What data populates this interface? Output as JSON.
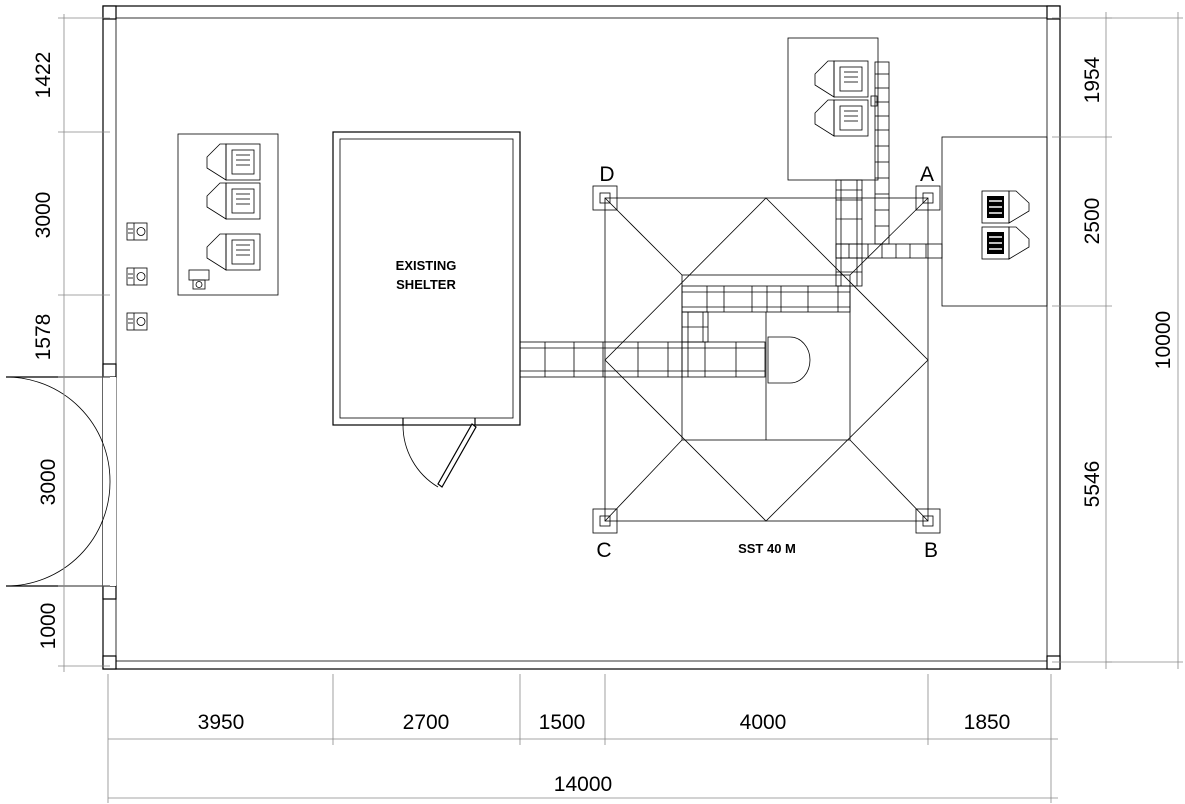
{
  "labels": {
    "existing_shelter_line1": "EXISTING",
    "existing_shelter_line2": "SHELTER",
    "tower": "SST 40 M",
    "tower_leg_a": "A",
    "tower_leg_b": "B",
    "tower_leg_c": "C",
    "tower_leg_d": "D"
  },
  "dimensions": {
    "bottom": [
      "3950",
      "2700",
      "1500",
      "4000",
      "1850"
    ],
    "bottom_total": "14000",
    "left": [
      "1422",
      "3000",
      "1578",
      "3000",
      "1000"
    ],
    "right": [
      "1954",
      "2500",
      "5546"
    ],
    "right_total": "10000"
  },
  "colors": {
    "line": "#000000",
    "dimension_line": "#888888",
    "background": "#ffffff"
  }
}
